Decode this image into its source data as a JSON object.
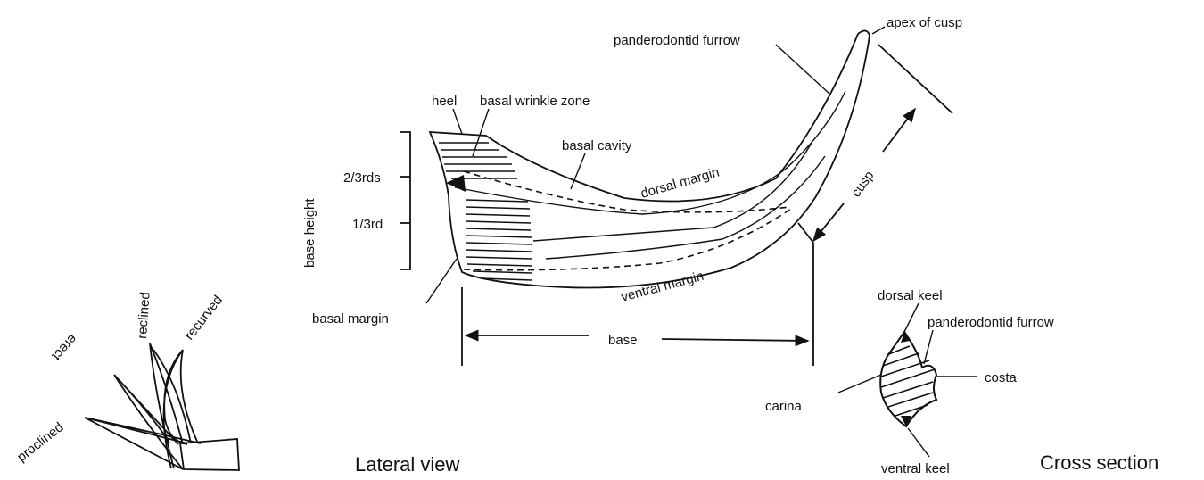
{
  "labels": {
    "apex_of_cusp": "apex of cusp",
    "panderodontid_furrow": "panderodontid furrow",
    "heel": "heel",
    "basal_wrinkle_zone": "basal wrinkle zone",
    "basal_cavity": "basal cavity",
    "dorsal_margin": "dorsal margin",
    "cusp": "cusp",
    "base_height": "base height",
    "two_thirds": "2/3rds",
    "one_third": "1/3rd",
    "ventral_margin": "ventral margin",
    "basal_margin": "basal margin",
    "base": "base",
    "dorsal_keel": "dorsal keel",
    "cross_panderodontid_furrow": "panderodontid furrow",
    "costa": "costa",
    "carina": "carina",
    "ventral_keel": "ventral keel",
    "proclined": "proclined",
    "erect": "erect",
    "reclined": "reclined",
    "recurved": "recurved"
  },
  "captions": {
    "lateral_view": "Lateral view",
    "cross_section": "Cross section"
  },
  "colors": {
    "ink": "#111111",
    "background": "#ffffff"
  }
}
